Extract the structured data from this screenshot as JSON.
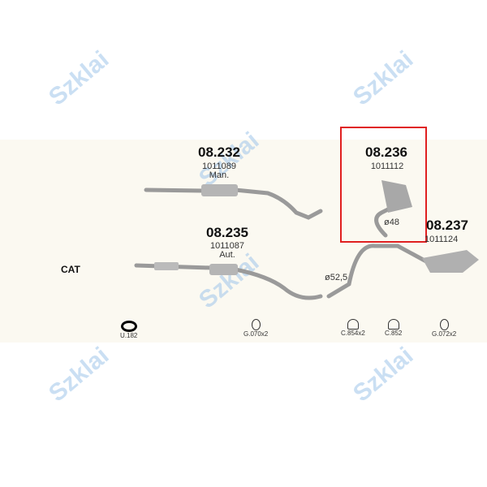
{
  "watermark": "Szklai",
  "parts": [
    {
      "code": "08.232",
      "ref": "1011089",
      "note": "Man."
    },
    {
      "code": "08.235",
      "ref": "1011087",
      "note": "Aut."
    },
    {
      "code": "08.236",
      "ref": "1011112",
      "diameter": "ø48"
    },
    {
      "code": "08.237",
      "ref": "1011124"
    }
  ],
  "cat_label": "CAT",
  "diameter_mid": "ø52,5",
  "accessories": [
    {
      "label": "U.182",
      "icon": "gasket-icon"
    },
    {
      "label": "G.070x2",
      "icon": "rubber-hanger-icon"
    },
    {
      "label": "C.854x2",
      "icon": "clamp-icon"
    },
    {
      "label": "C.852",
      "icon": "clamp-icon"
    },
    {
      "label": "G.072x2",
      "icon": "rubber-hanger-icon"
    }
  ],
  "highlight_color": "#e02020"
}
